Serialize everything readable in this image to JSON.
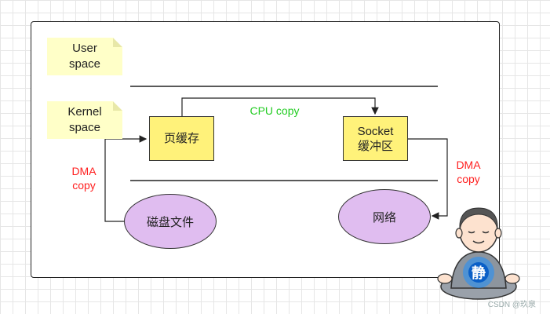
{
  "user_space": [
    "User",
    "space"
  ],
  "kernel_space": [
    "Kernel",
    "space"
  ],
  "page_cache": "页缓存",
  "socket_buffer": [
    "Socket",
    "缓冲区"
  ],
  "cpu_copy": "CPU copy",
  "dma_copy_left": [
    "DMA",
    "copy"
  ],
  "dma_copy_right": [
    "DMA",
    "copy"
  ],
  "disk_file": "磁盘文件",
  "network": "网络",
  "calm_char": "静",
  "watermark": "CSDN @玖泉",
  "colors": {
    "note": "#ffffc8",
    "box": "#fff27a",
    "ellipse": "#e0bdf0",
    "red": "#ff2020",
    "green": "#22cc22"
  }
}
